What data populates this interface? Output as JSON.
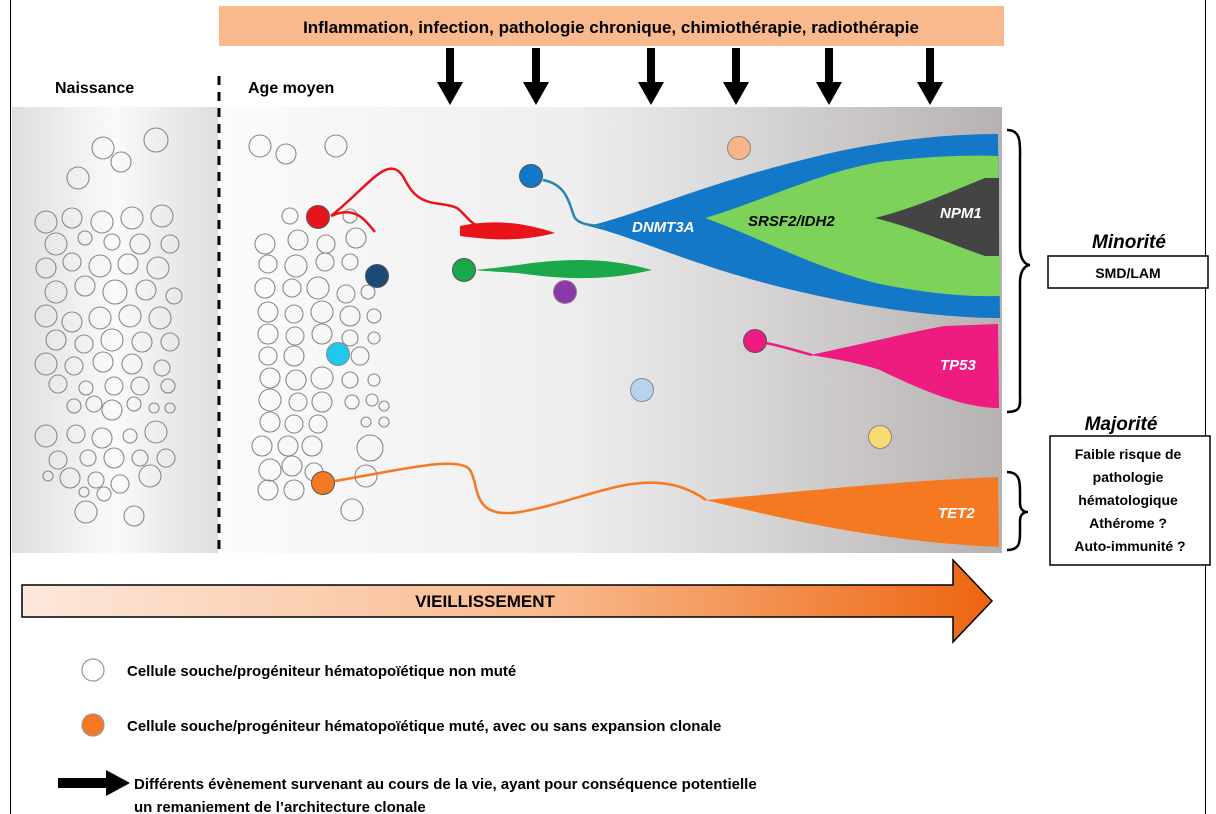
{
  "banner": {
    "text": "Inflammation, infection, pathologie chronique, chimiothérapie, radiothérapie"
  },
  "stages": {
    "birth": "Naissance",
    "middle_age": "Age moyen"
  },
  "genes": {
    "dnmt3a": "DNMT3A",
    "srsf2_idh2": "SRSF2/IDH2",
    "npm1": "NPM1",
    "tp53": "TP53",
    "tet2": "TET2"
  },
  "outcomes": {
    "minority_title": "Minorité",
    "minority_box": "SMD/LAM",
    "majority_title": "Majorité",
    "majority_box": [
      "Faible risque de",
      "pathologie",
      "hématologique",
      "Athérome ?",
      "Auto-immunité ?"
    ]
  },
  "aging_arrow": {
    "label": "VIEILLISSEMENT"
  },
  "legend": {
    "unmutated": "Cellule souche/progéniteur hématopoïétique non muté",
    "mutated": "Cellule souche/progéniteur hématopoïétique muté, avec ou sans expansion clonale",
    "event_line1": "Différents évènement survenant au cours de la vie, ayant pour conséquence potentielle",
    "event_line2": "un remaniement de l’architecture clonale"
  },
  "colors": {
    "banner": "#f9b98c",
    "dnmt3a": "#1478c8",
    "srsf2_idh2": "#7dd35a",
    "npm1": "#444444",
    "tp53": "#ee1c80",
    "tet2": "#f47920",
    "red": "#e8141a",
    "green": "#1aa84a",
    "navy": "#1a4a78",
    "cyan": "#1ec8f0",
    "purple": "#8a3aa8",
    "peach": "#f7b48a",
    "light_blue": "#b6d4ee",
    "yellow": "#f9dc70"
  }
}
